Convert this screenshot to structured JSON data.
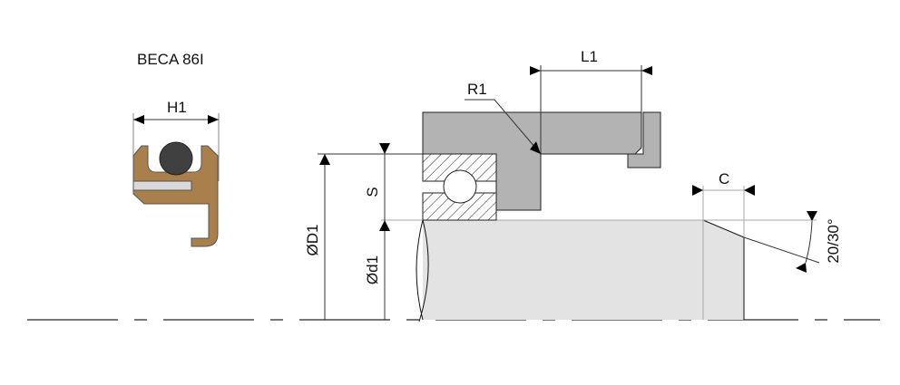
{
  "title": "BECA 86I",
  "labels": {
    "h1": "H1",
    "l1": "L1",
    "r1": "R1",
    "s": "S",
    "d1_outer": "ØD1",
    "d1_inner": "Ød1",
    "c": "C",
    "angle": "20/30°"
  },
  "colors": {
    "seal_body": "#a97f4c",
    "o_ring": "#404040",
    "insert": "#d9d9d9",
    "housing": "#b3b3b3",
    "shaft": "#e3e3e3"
  }
}
